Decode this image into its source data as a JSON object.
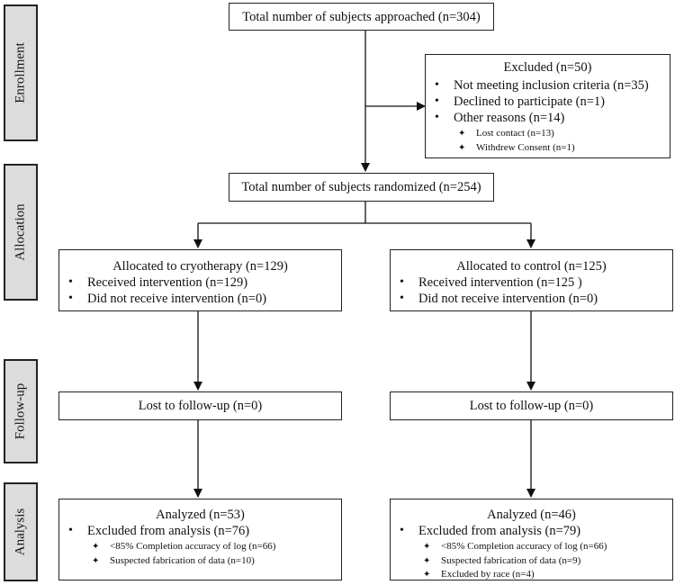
{
  "stages": {
    "enrollment": "Enrollment",
    "allocation": "Allocation",
    "followup": "Follow-up",
    "analysis": "Analysis"
  },
  "approached": "Total number of subjects approached (n=304)",
  "excluded": {
    "title": "Excluded (n=50)",
    "items": [
      "Not meeting inclusion criteria (n=35)",
      "Declined to participate (n=1)",
      "Other reasons (n=14)"
    ],
    "sub_items": [
      "Lost contact (n=13)",
      "Withdrew Consent (n=1)"
    ]
  },
  "randomized": "Total number of subjects randomized (n=254)",
  "allocation": {
    "cryo": {
      "title": "Allocated to cryotherapy (n=129)",
      "items": [
        "Received intervention (n=129)",
        "Did not receive intervention (n=0)"
      ]
    },
    "control": {
      "title": "Allocated to control (n=125)",
      "items": [
        "Received intervention (n=125 )",
        "Did not receive intervention (n=0)"
      ]
    }
  },
  "followup": {
    "cryo": "Lost to follow-up (n=0)",
    "control": "Lost to follow-up (n=0)"
  },
  "analysis": {
    "cryo": {
      "title": "Analyzed (n=53)",
      "item": "Excluded from analysis (n=76)",
      "sub_items": [
        "<85% Completion accuracy of log (n=66)",
        "Suspected fabrication of data (n=10)"
      ]
    },
    "control": {
      "title": "Analyzed (n=46)",
      "item": "Excluded from analysis (n=79)",
      "sub_items": [
        "<85% Completion accuracy of log (n=66)",
        "Suspected fabrication of data (n=9)",
        "Excluded by race (n=4)"
      ]
    }
  }
}
